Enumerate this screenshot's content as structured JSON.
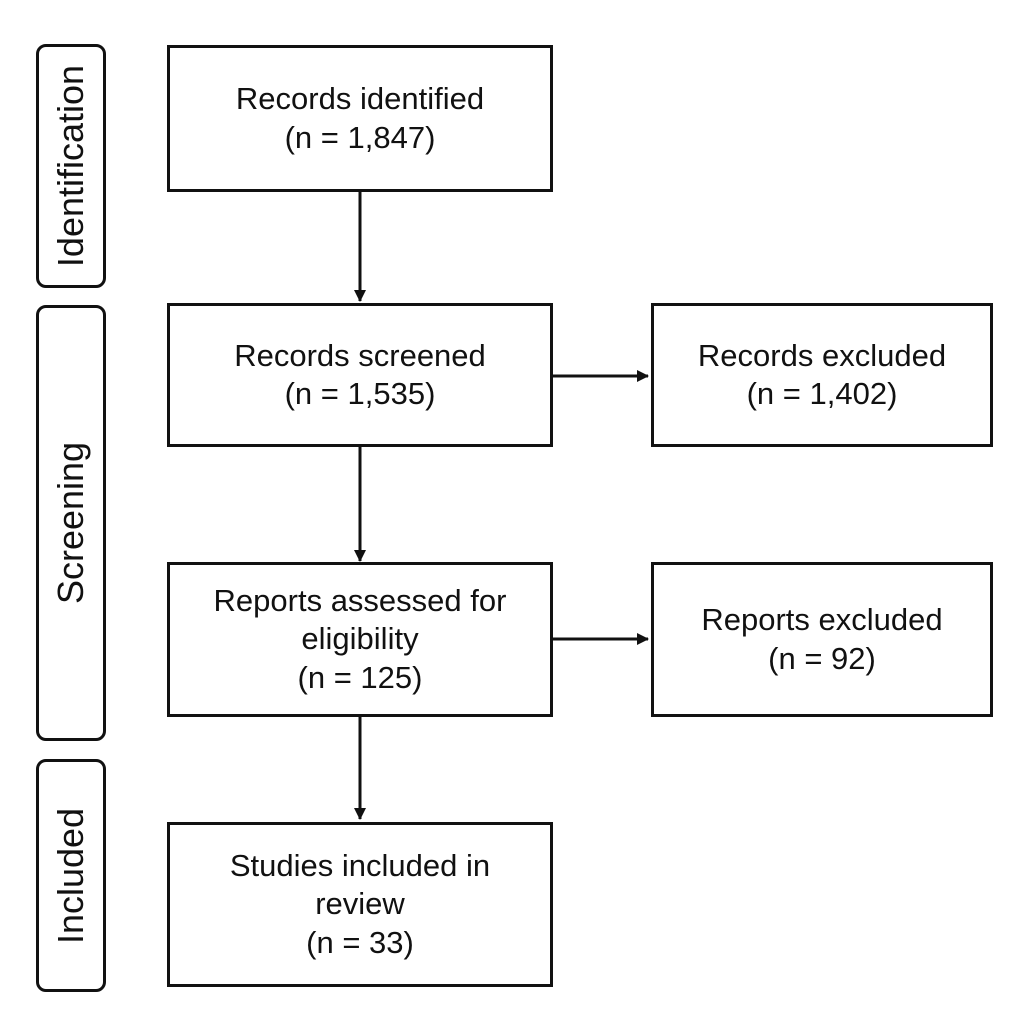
{
  "phases": {
    "identification": "Identification",
    "screening": "Screening",
    "included": "Included"
  },
  "boxes": {
    "records_identified": {
      "title": "Records identified",
      "count": "(n = 1,847)"
    },
    "records_screened": {
      "title": "Records screened",
      "count": "(n = 1,535)"
    },
    "records_excluded": {
      "title": "Records excluded",
      "count": "(n = 1,402)"
    },
    "reports_assessed": {
      "title_line1": "Reports assessed for",
      "title_line2": "eligibility",
      "count": "(n = 125)"
    },
    "reports_excluded": {
      "title": "Reports excluded",
      "count": "(n = 92)"
    },
    "studies_included": {
      "title_line1": "Studies included in",
      "title_line2": "review",
      "count": "(n = 33)"
    }
  },
  "colors": {
    "stroke": "#111111",
    "background": "#ffffff"
  }
}
